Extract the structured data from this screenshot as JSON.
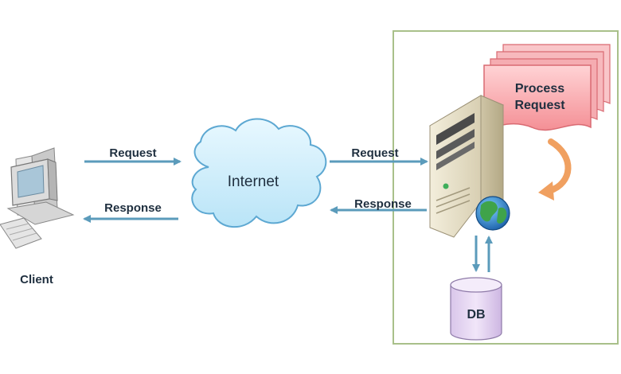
{
  "client": {
    "label": "Client"
  },
  "internet": {
    "label": "Internet"
  },
  "links": {
    "client_request": "Request",
    "client_response": "Response",
    "server_request": "Request",
    "server_response": "Response"
  },
  "server": {
    "process_label_line1": "Process",
    "process_label_line2": "Request",
    "db_label": "DB"
  },
  "colors": {
    "arrow": "#5b9bbb",
    "server_frame": "#a9c08a",
    "cloud_fill": "#cfeefb",
    "cloud_stroke": "#5da8d2",
    "process_fill": "#f7a4a8",
    "process_stroke": "#d96a72",
    "db_fill": "#e6d6f2",
    "cycle_arrow": "#f0a060"
  },
  "icons": [
    "computer-icon",
    "cloud-icon",
    "server-tower-icon",
    "globe-icon",
    "database-icon",
    "document-stack-icon",
    "cycle-arrow-icon"
  ]
}
